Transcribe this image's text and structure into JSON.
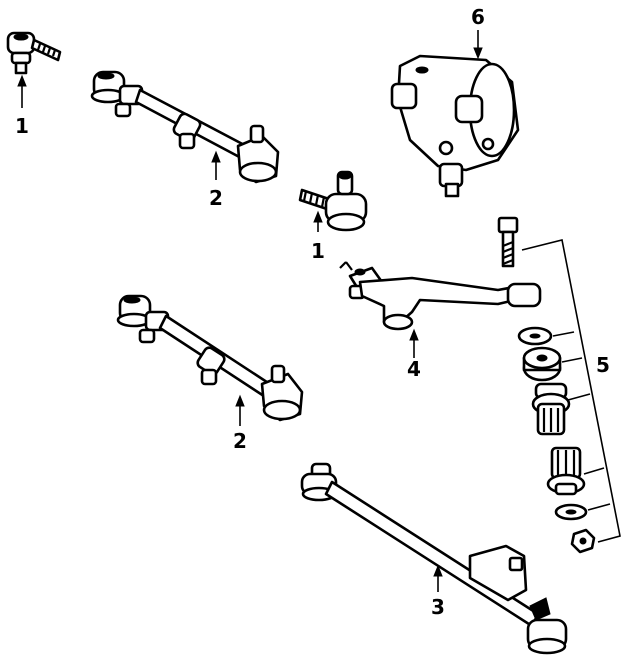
{
  "callouts": {
    "c1a": "1",
    "c1b": "1",
    "c2a": "2",
    "c2b": "2",
    "c3": "3",
    "c4": "4",
    "c5": "5",
    "c6": "6"
  }
}
